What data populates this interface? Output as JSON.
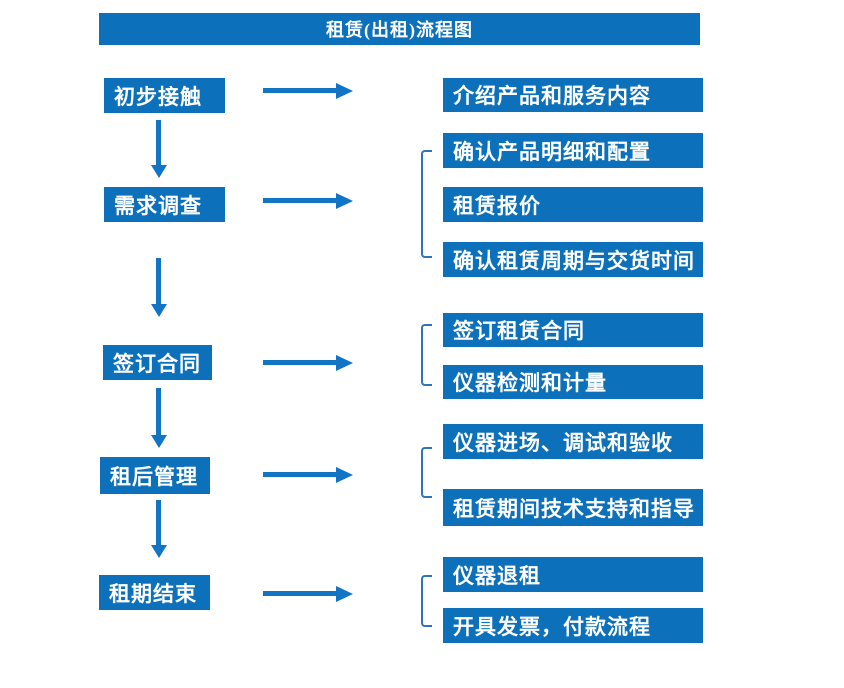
{
  "title": "租赁(出租)流程图",
  "colors": {
    "box_blue": "#0c70ba",
    "arrow_blue": "#1274c5",
    "bracket_blue": "#2e74b6",
    "text_color": "#ffffff",
    "background": "#ffffff"
  },
  "steps": [
    {
      "label": "初步接触",
      "details": [
        "介绍产品和服务内容"
      ]
    },
    {
      "label": "需求调查",
      "details": [
        "确认产品明细和配置",
        "租赁报价",
        "确认租赁周期与交货时间"
      ]
    },
    {
      "label": "签订合同",
      "details": [
        "签订租赁合同",
        "仪器检测和计量"
      ]
    },
    {
      "label": "租后管理",
      "details": [
        "仪器进场、调试和验收",
        "租赁期间技术支持和指导"
      ]
    },
    {
      "label": "租期结束",
      "details": [
        "仪器退租",
        "开具发票，付款流程"
      ]
    }
  ]
}
